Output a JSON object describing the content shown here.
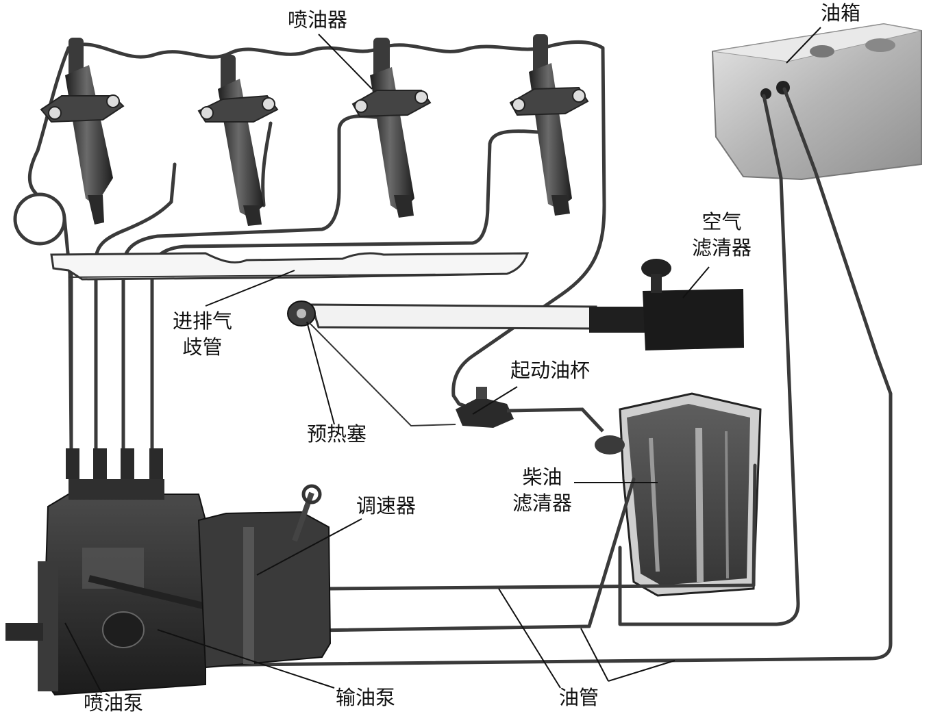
{
  "labels": {
    "injector": "喷油器",
    "fuel_tank": "油箱",
    "air_cleaner_line1": "空气",
    "air_cleaner_line2": "滤清器",
    "manifold_line1": "进排气",
    "manifold_line2": "歧管",
    "starting_cup": "起动油杯",
    "glow_plug": "预热塞",
    "diesel_filter_line1": "柴油",
    "diesel_filter_line2": "滤清器",
    "governor": "调速器",
    "injection_pump": "喷油泵",
    "transfer_pump": "输油泵",
    "fuel_pipe": "油管"
  },
  "colors": {
    "pipe": "#3a3a3a",
    "metal_dark": "#2b2b2b",
    "metal_mid": "#5a5a5a",
    "tank": "#bdbdbd",
    "ink": "#111111"
  }
}
